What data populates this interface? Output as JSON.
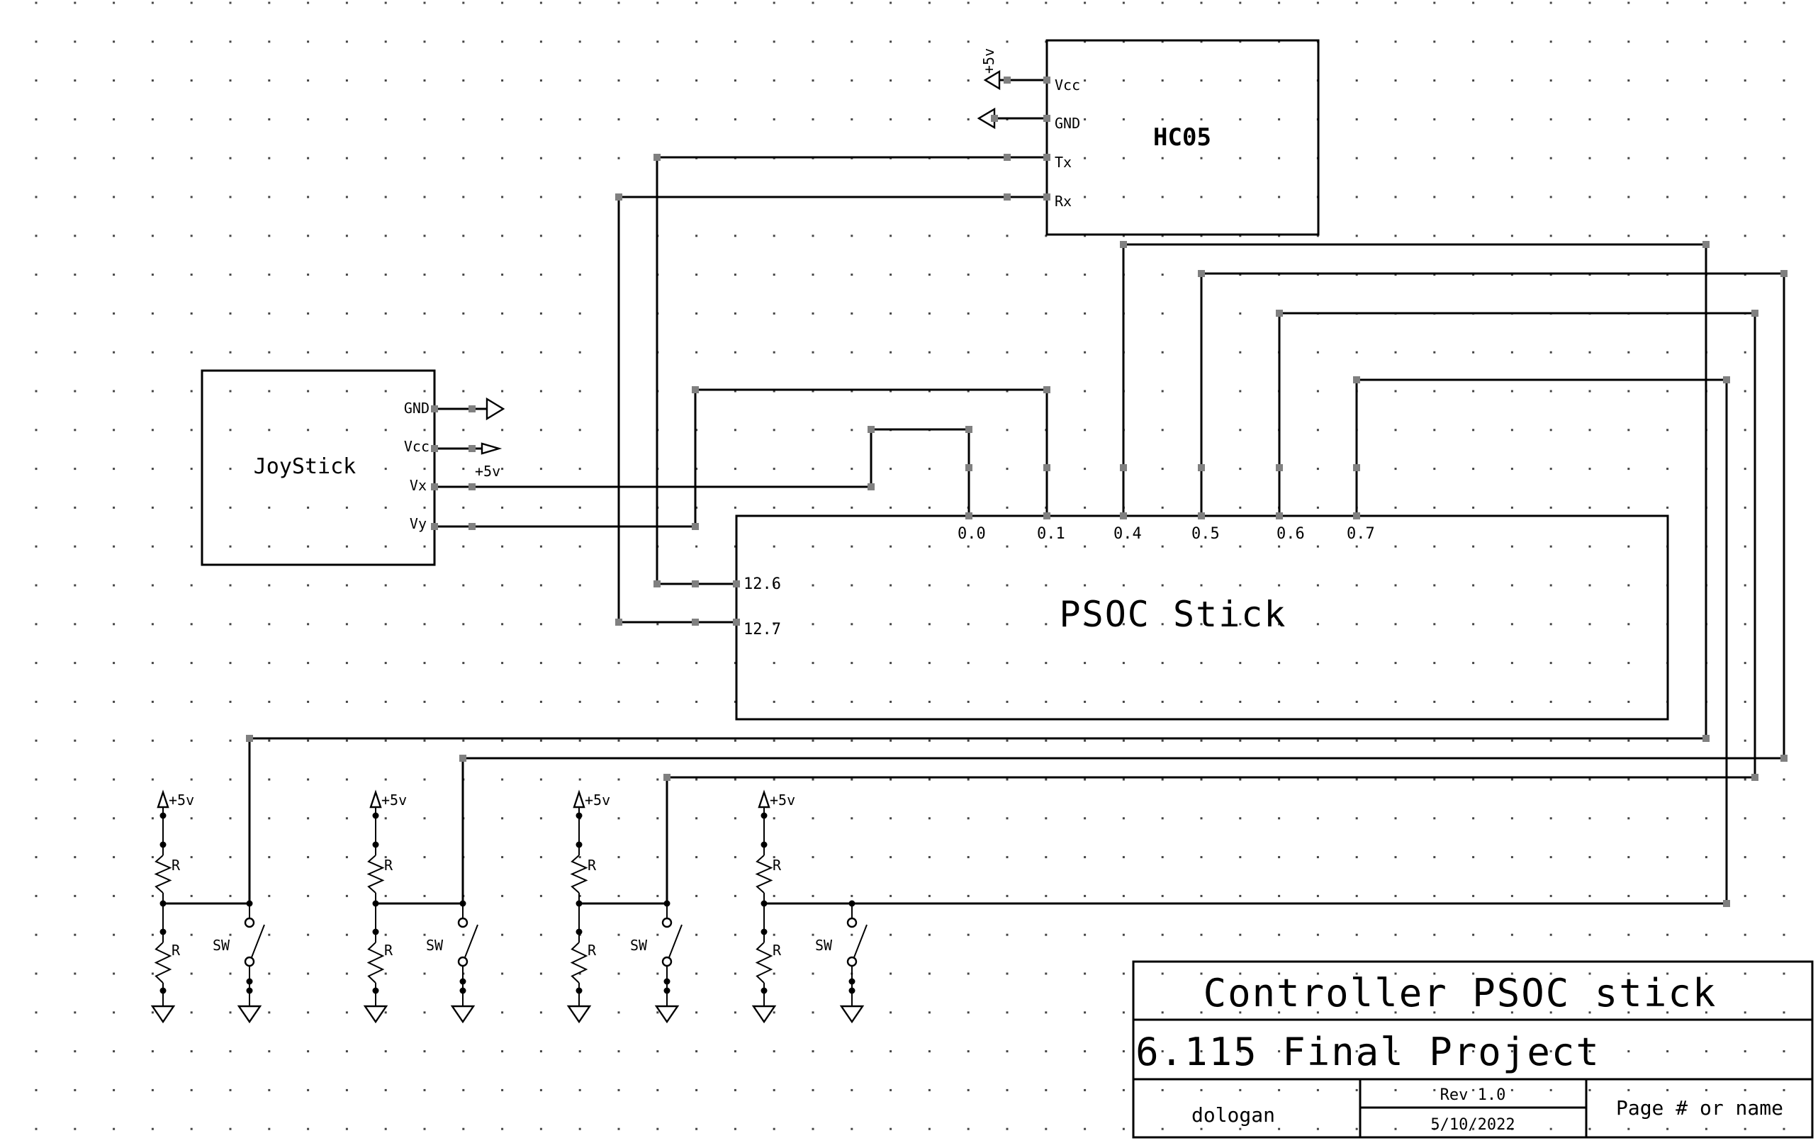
{
  "diagram": {
    "type": "electrical-schematic",
    "components": {
      "hc05": {
        "name": "HC05",
        "pins": [
          "Vcc",
          "GND",
          "Tx",
          "Rx"
        ],
        "vcc_supply": "+5v"
      },
      "joystick": {
        "name": "JoyStick",
        "pins": [
          "GND",
          "Vcc",
          "Vx",
          "Vy"
        ],
        "vcc_supply": "+5v"
      },
      "psoc": {
        "name": "PSOC Stick",
        "top_pins": [
          "0.0",
          "0.1",
          "0.4",
          "0.5",
          "0.6",
          "0.7"
        ],
        "left_pins": [
          "12.6",
          "12.7"
        ]
      },
      "button_circuits": [
        {
          "supply": "+5v",
          "r_top": "R",
          "r_bottom": "R",
          "switch": "SW",
          "net": "0.4"
        },
        {
          "supply": "+5v",
          "r_top": "R",
          "r_bottom": "R",
          "switch": "SW",
          "net": "0.5"
        },
        {
          "supply": "+5v",
          "r_top": "R",
          "r_bottom": "R",
          "switch": "SW",
          "net": "0.6"
        },
        {
          "supply": "+5v",
          "r_top": "R",
          "r_bottom": "R",
          "switch": "SW",
          "net": "0.7"
        }
      ]
    },
    "connections": [
      {
        "from": "HC05.Tx",
        "to": "PSOC.12.6"
      },
      {
        "from": "HC05.Rx",
        "to": "PSOC.12.7"
      },
      {
        "from": "JoyStick.Vx",
        "to": "PSOC.0.0"
      },
      {
        "from": "JoyStick.Vy",
        "to": "PSOC.0.1"
      },
      {
        "from": "PSOC.0.4",
        "to": "SW1"
      },
      {
        "from": "PSOC.0.5",
        "to": "SW2"
      },
      {
        "from": "PSOC.0.6",
        "to": "SW3"
      },
      {
        "from": "PSOC.0.7",
        "to": "SW4"
      }
    ]
  },
  "title_block": {
    "title": "Controller PSOC stick",
    "subtitle": "6.115 Final Project",
    "author": "dologan",
    "revision": "Rev 1.0",
    "date": "5/10/2022",
    "page": "Page # or name"
  },
  "colors": {
    "background": "#ffffff",
    "ink": "#000000",
    "node": "#808080"
  }
}
